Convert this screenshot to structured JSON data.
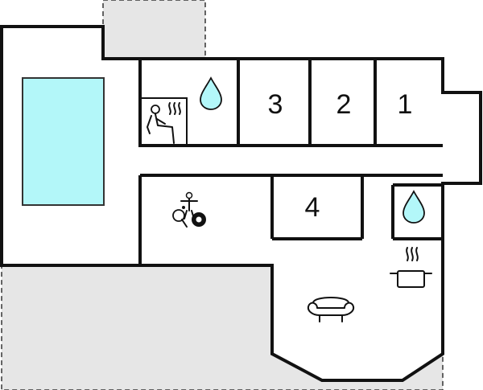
{
  "floorplan": {
    "rooms": [
      {
        "id": "room-1",
        "label": "1"
      },
      {
        "id": "room-2",
        "label": "2"
      },
      {
        "id": "room-3",
        "label": "3"
      },
      {
        "id": "room-4",
        "label": "4"
      }
    ],
    "pool": {
      "color": "#b3f7f9"
    },
    "outdoor_area": {
      "color": "#e6e6e6"
    },
    "water_drop_color": "#b3f7f9",
    "icons": [
      "sauna-icon",
      "bathroom-icon",
      "games-room-icon",
      "billiard-ball-icon",
      "kitchen-icon",
      "sofa-icon"
    ]
  }
}
